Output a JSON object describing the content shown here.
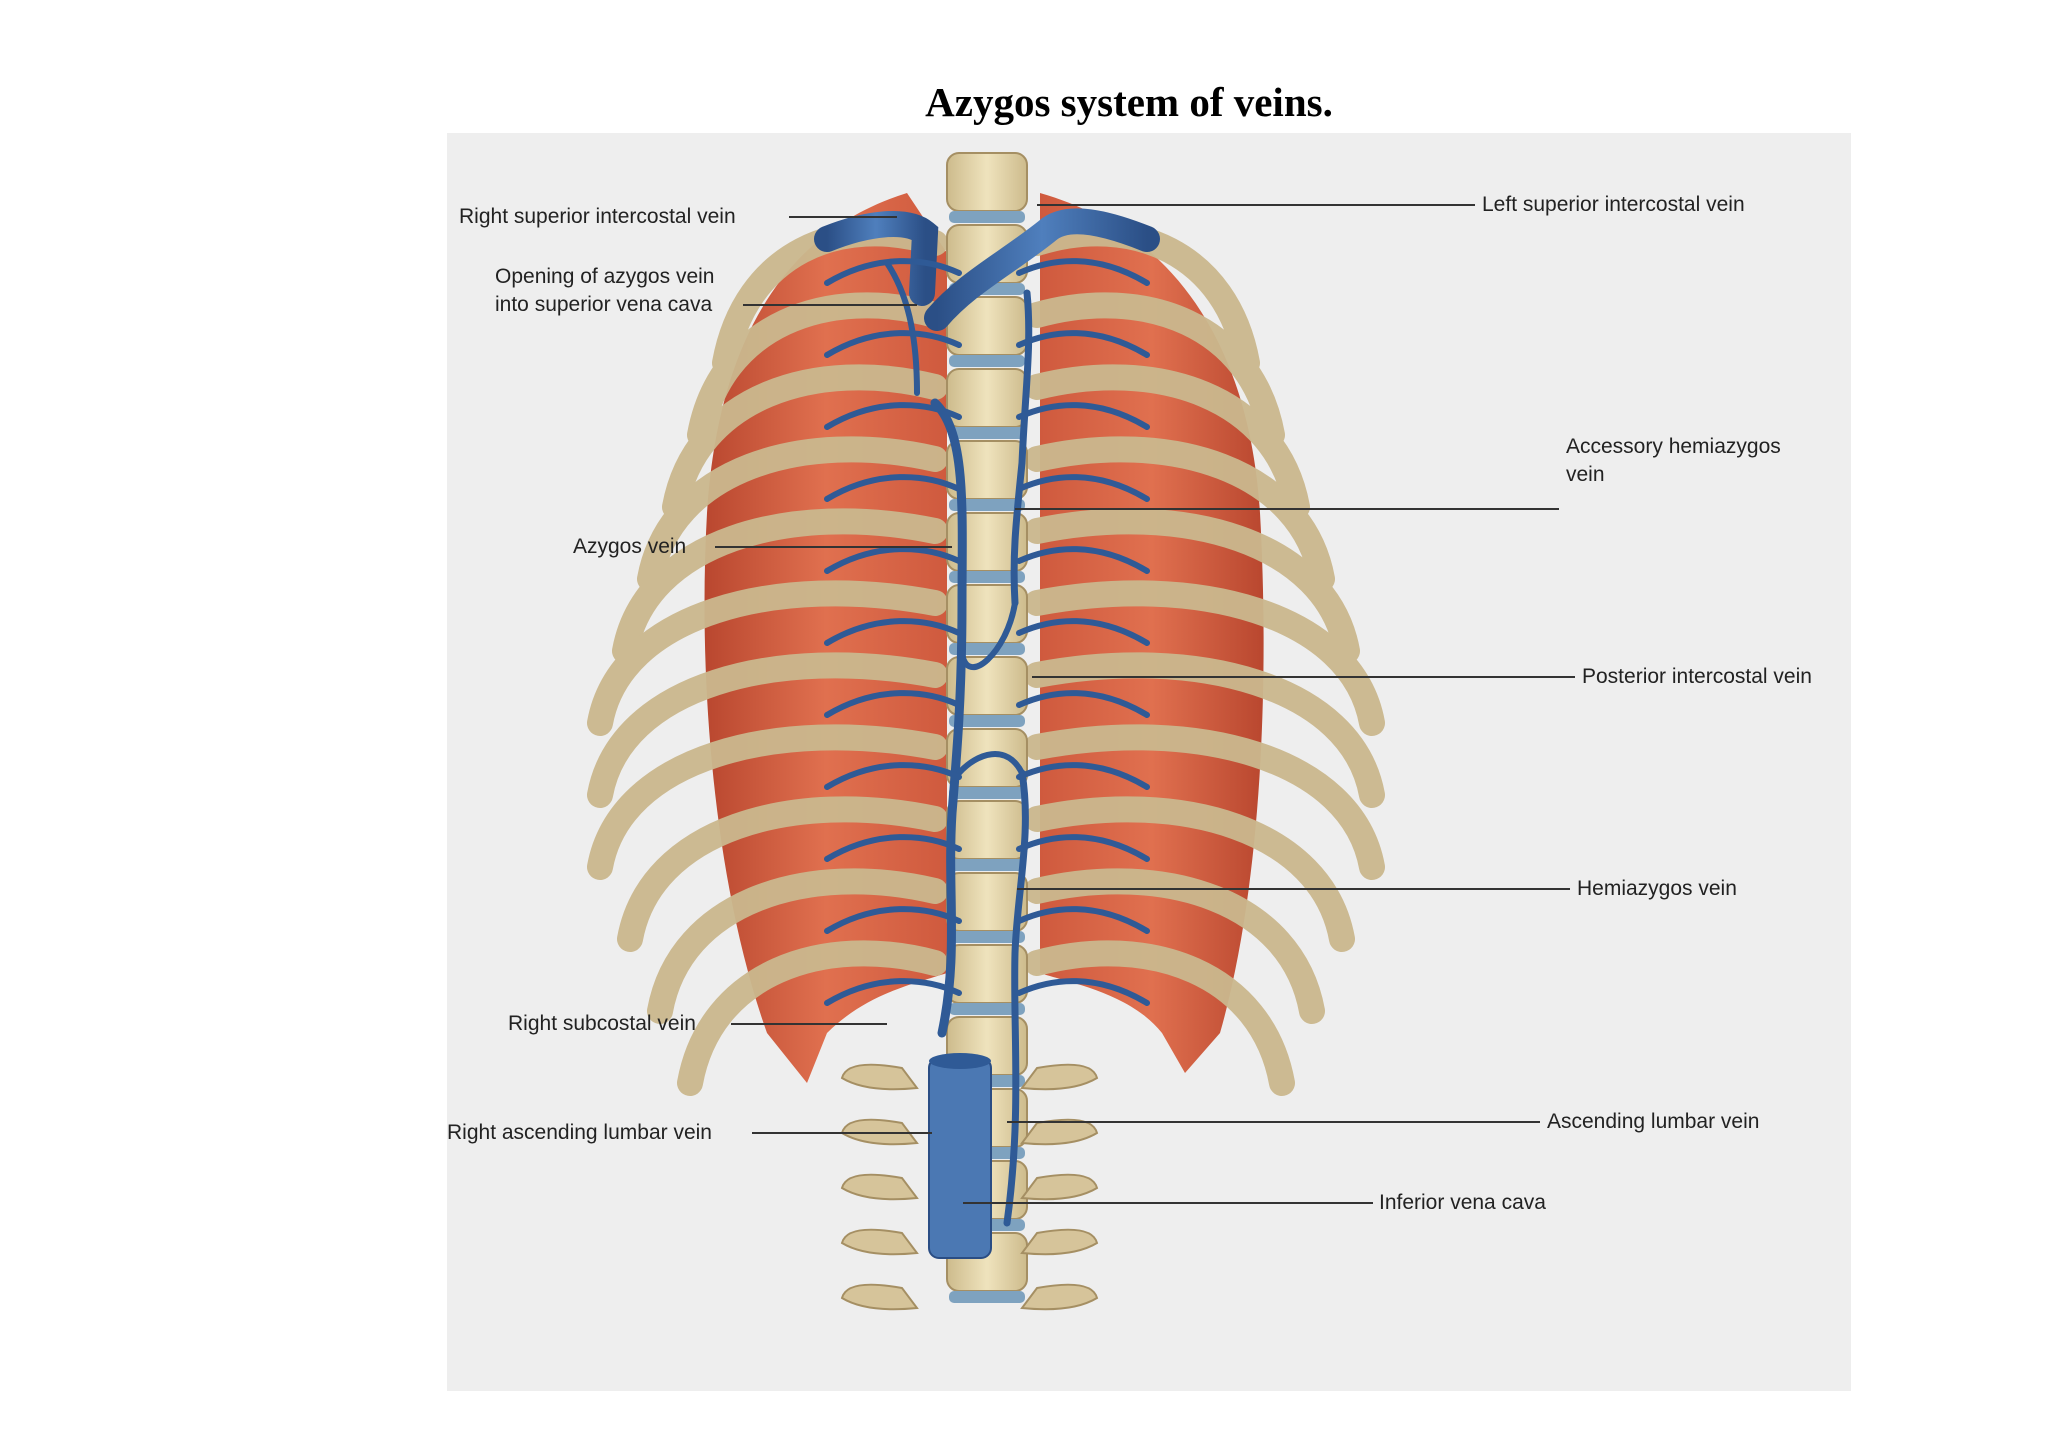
{
  "title": "Azygos system of veins.",
  "colors": {
    "background": "#eeeeee",
    "muscle": "#d9664a",
    "muscle_dark": "#b9472f",
    "rib": "#c9b58f",
    "bone": "#e2d3a8",
    "vein": "#3a66a3",
    "vein_dark": "#1f3f73",
    "disc": "#7ea2bf"
  },
  "labels": {
    "right_superior_intercostal": "Right superior intercostal vein",
    "opening_line1": "Opening of azygos vein",
    "opening_line2": "into superior vena cava",
    "azygos": "Azygos vein",
    "right_subcostal": "Right subcostal vein",
    "right_ascending_lumbar": "Right ascending lumbar vein",
    "left_superior_intercostal": "Left superior intercostal vein",
    "accessory_line1": "Accessory hemiazygos",
    "accessory_line2": "vein",
    "posterior_intercostal": "Posterior intercostal vein",
    "hemiazygos": "Hemiazygos vein",
    "ascending_lumbar": "Ascending lumbar vein",
    "inferior_vena_cava": "Inferior vena cava"
  }
}
